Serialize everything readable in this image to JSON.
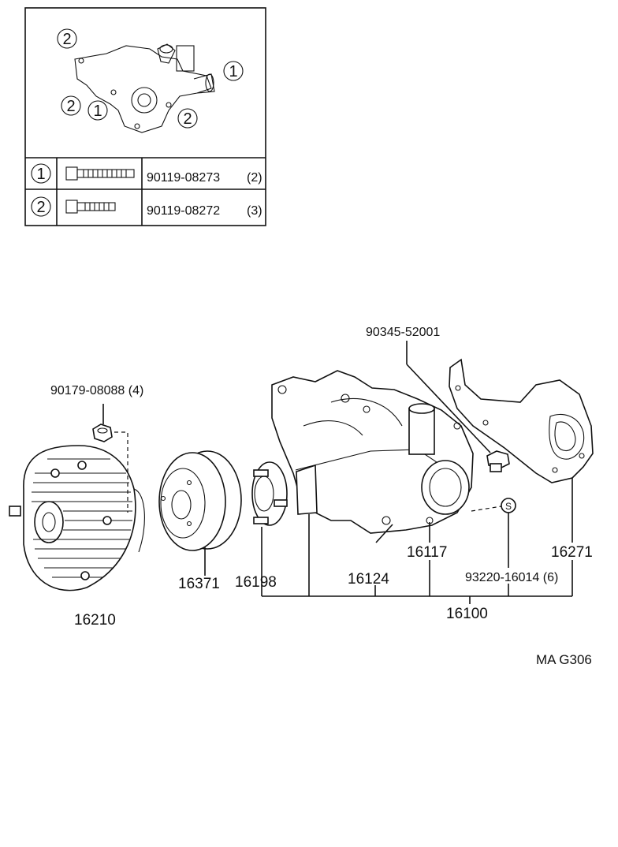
{
  "inset": {
    "callout_1": "1",
    "callout_2": "2",
    "rows": [
      {
        "mark": "1",
        "part": "90119-08273",
        "qty": "(2)"
      },
      {
        "mark": "2",
        "part": "90119-08272",
        "qty": "(3)"
      }
    ]
  },
  "parts": {
    "fan_clutch_nut": "90179-08088 (4)",
    "fan_clutch": "16210",
    "pulley": "16371",
    "pulley_seat": "16198",
    "pump_body": "16124",
    "seal": "16117",
    "pump_assy": "16100",
    "gasket": "16271",
    "plug": "90345-52001",
    "stud": "93220-16014 (6)",
    "stud_marker": "S"
  },
  "code": "MA G306"
}
